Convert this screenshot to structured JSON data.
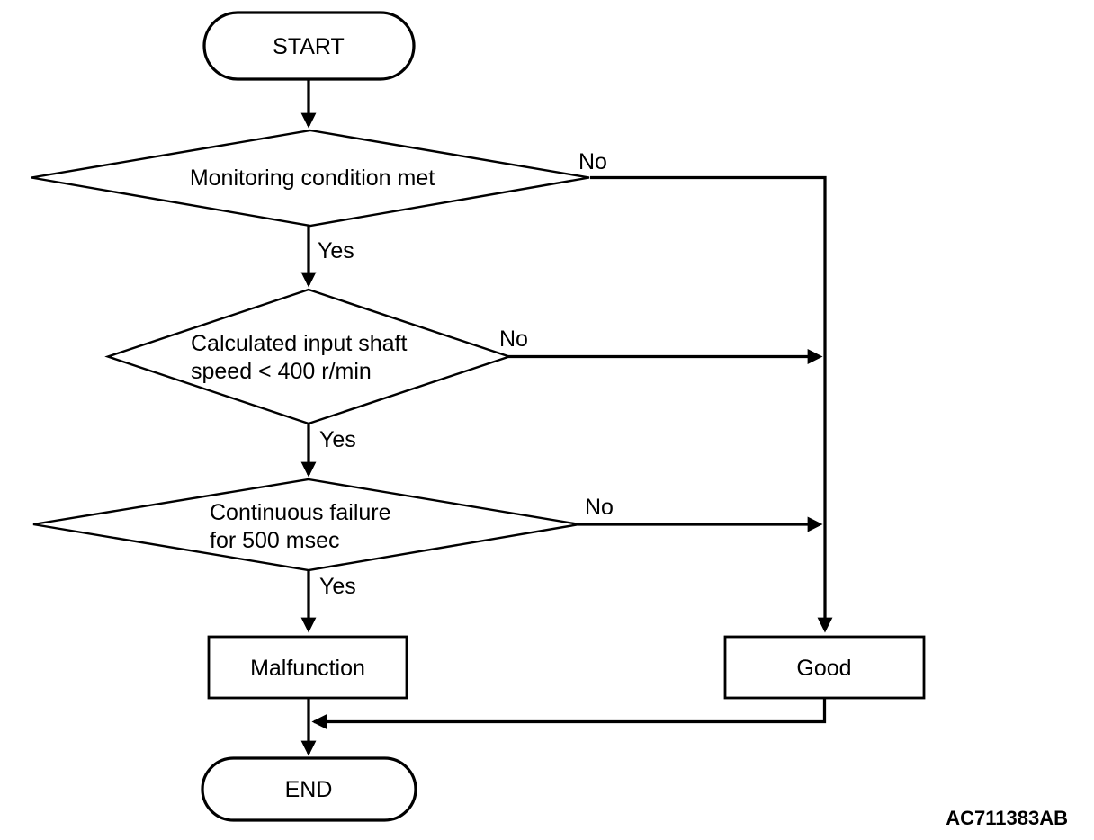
{
  "figure": {
    "code": "AC711383AB",
    "background_color": "#ffffff",
    "line_color": "#000000"
  },
  "nodes": {
    "start": "START",
    "decision1": {
      "text": "Monitoring condition met"
    },
    "decision2": {
      "line1": "Calculated input shaft",
      "line2": "speed < 400 r/min"
    },
    "decision3": {
      "line1": "Continuous failure",
      "line2": "for 500 msec"
    },
    "malfunction": "Malfunction",
    "good": "Good",
    "end": "END"
  },
  "edges": {
    "decision1_yes": "Yes",
    "decision1_no": "No",
    "decision2_yes": "Yes",
    "decision2_no": "No",
    "decision3_yes": "Yes",
    "decision3_no": "No"
  }
}
